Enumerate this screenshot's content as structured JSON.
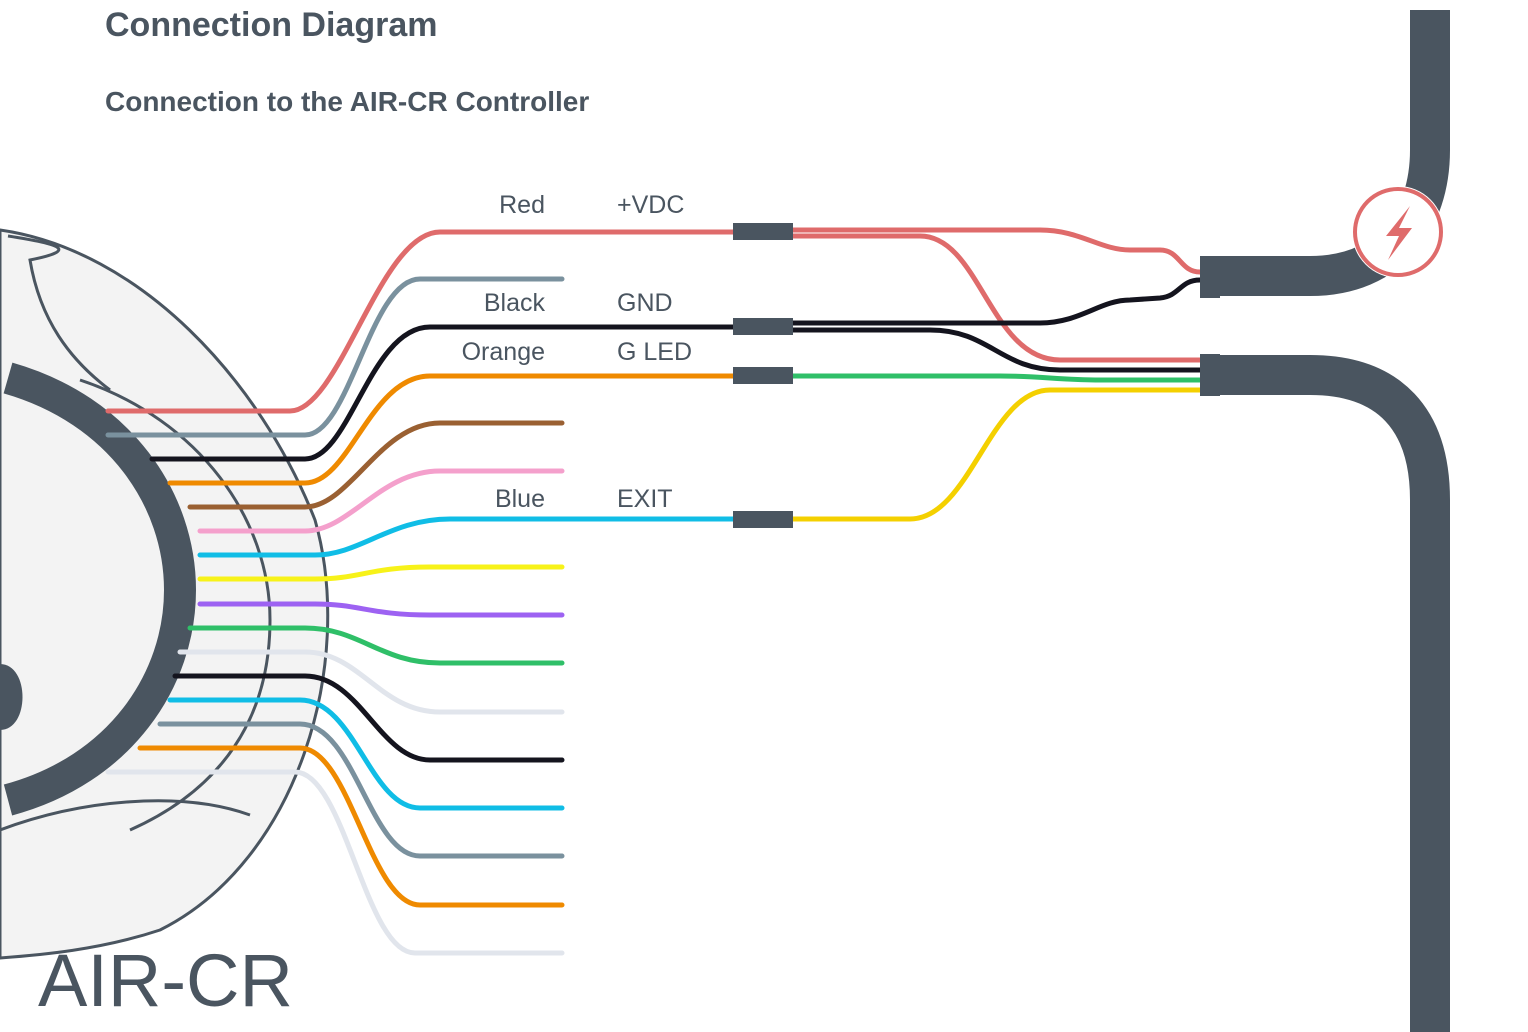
{
  "header": {
    "title": "Connection Diagram",
    "subtitle": "Connection to the AIR-CR Controller"
  },
  "device": {
    "name": "AIR-CR"
  },
  "connections": [
    {
      "wire": "Red",
      "signal": "+VDC"
    },
    {
      "wire": "Black",
      "signal": "GND"
    },
    {
      "wire": "Orange",
      "signal": "G LED"
    },
    {
      "wire": "Blue",
      "signal": "EXIT"
    }
  ],
  "power_icon": "lightning-bolt-icon",
  "colors": {
    "red": "#df6b6b",
    "gray_blue": "#7a919e",
    "black": "#14141e",
    "orange": "#ef8a00",
    "brown": "#9a6032",
    "pink": "#f4a0cc",
    "blue": "#10bde6",
    "yellow": "#f7f219",
    "purple": "#9d62f2",
    "green": "#2fbf68",
    "white": "#e1e5ec",
    "gold": "#f4d000",
    "cable": "#4a5560"
  }
}
